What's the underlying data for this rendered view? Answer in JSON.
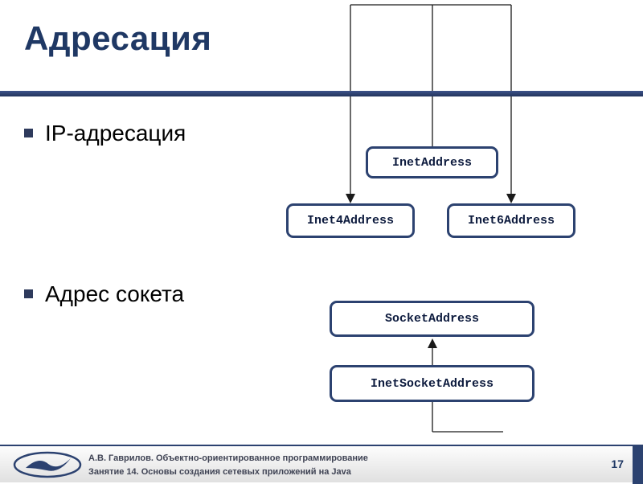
{
  "slide": {
    "title": "Адресация",
    "bullets": [
      "IP-адресация",
      "Адрес сокета"
    ],
    "page_number": "17",
    "footer": {
      "line1": "А.В. Гаврилов. Объектно-ориентированное программирование",
      "line2": "Занятие 14. Основы создания сетевых приложений на Java"
    }
  },
  "diagram": {
    "type": "class-hierarchy",
    "boxes": {
      "inet_address": "InetAddress",
      "inet4_address": "Inet4Address",
      "inet6_address": "Inet6Address",
      "socket_address": "SocketAddress",
      "inet_socket_address": "InetSocketAddress"
    },
    "relations": [
      "InetAddress -> Inet4Address",
      "InetAddress -> Inet6Address",
      "InetSocketAddress -> SocketAddress"
    ]
  },
  "colors": {
    "accent_navy": "#1F3864",
    "box_border": "#2C4270",
    "connector": "#1a1a1a",
    "footer_background": "#E8E8E8"
  }
}
